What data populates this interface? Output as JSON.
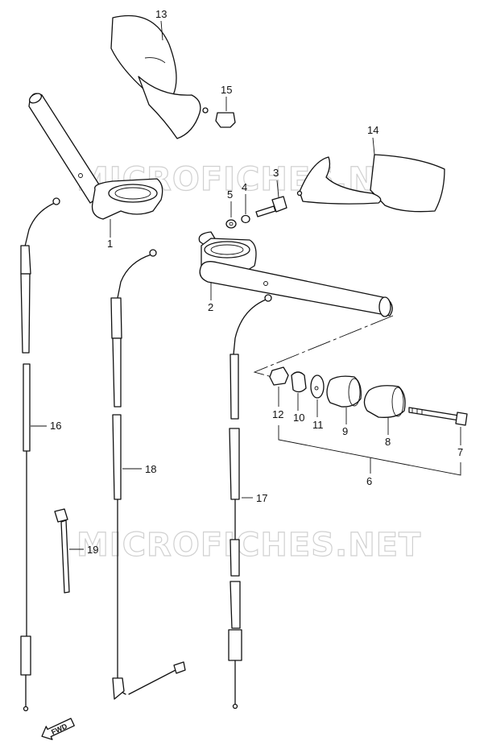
{
  "watermark": {
    "top_text": "MICROFICHES.NET",
    "bottom_text": "MICROFICHES.NET"
  },
  "direction_badge": "FWD",
  "parts": {
    "p1": "1",
    "p2": "2",
    "p3": "3",
    "p4": "4",
    "p5": "5",
    "p6": "6",
    "p7": "7",
    "p8": "8",
    "p9": "9",
    "p10": "10",
    "p11": "11",
    "p12": "12",
    "p13": "13",
    "p14": "14",
    "p15": "15",
    "p16": "16",
    "p17": "17",
    "p18": "18",
    "p19": "19"
  }
}
